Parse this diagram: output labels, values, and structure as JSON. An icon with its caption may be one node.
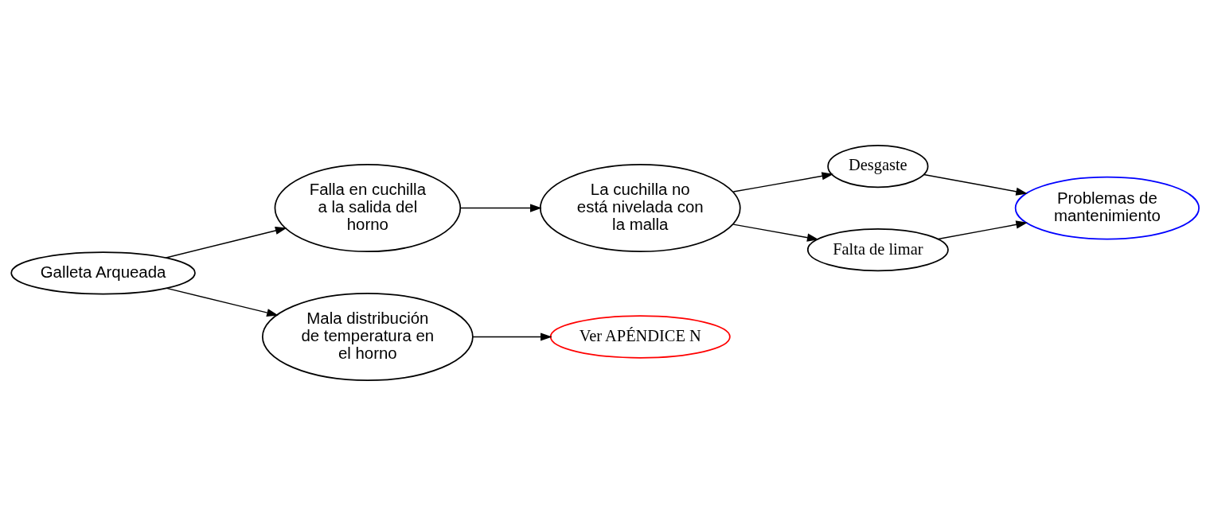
{
  "diagram": {
    "nodes": [
      {
        "text": [
          "Galleta Arqueada"
        ]
      },
      {
        "text": [
          "Falla en cuchilla a la salida del horno"
        ]
      },
      {
        "text": [
          "Mala distribución de temperatura en el horno"
        ]
      },
      {
        "text": [
          "La cuchilla no está nivelada con la malla"
        ]
      },
      {
        "text": [
          "Ver APÉNDICE N"
        ]
      },
      {
        "text": [
          "Desgaste"
        ]
      },
      {
        "text": [
          "Falta de limar"
        ]
      },
      {
        "text": [
          "Problemas de mantenimiento"
        ]
      }
    ],
    "edges": [
      {
        "from": 0,
        "to": 1,
        "arrow": "to"
      },
      {
        "from": 0,
        "to": 2,
        "arrow": "to"
      },
      {
        "from": 1,
        "to": 3,
        "arrow": "to"
      },
      {
        "from": 2,
        "to": 4,
        "arrow": "to"
      },
      {
        "from": 3,
        "to": 5,
        "arrow": "to"
      },
      {
        "from": 3,
        "to": 6,
        "arrow": "to"
      },
      {
        "from": 5,
        "to": 7,
        "arrow": "to"
      },
      {
        "from": 6,
        "to": 7,
        "arrow": "to"
      }
    ]
  }
}
